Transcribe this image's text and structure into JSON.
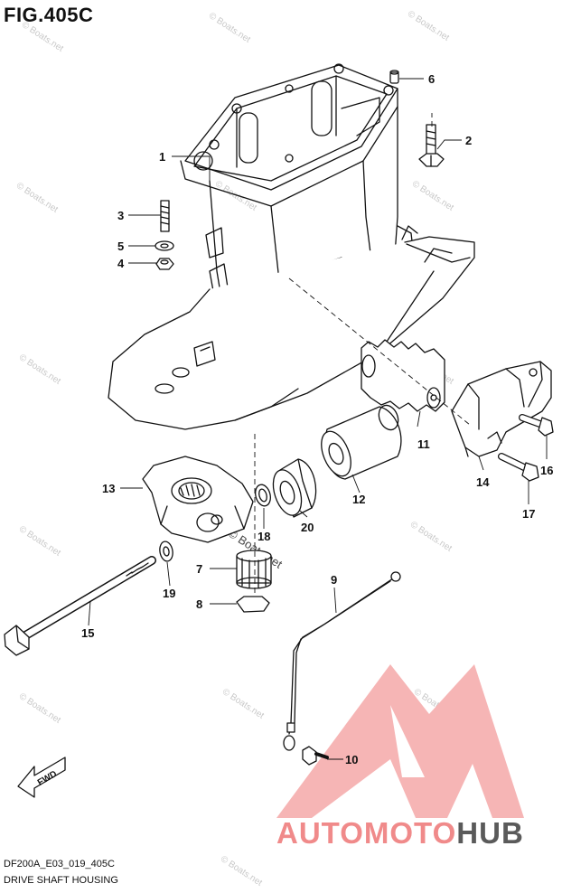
{
  "figure": {
    "title": "FIG.405C",
    "code": "DF200A_E03_019_405C",
    "name": "DRIVE SHAFT HOUSING"
  },
  "watermark": {
    "text": "© Boats.net"
  },
  "logo": {
    "text_accent": "AUTOMOTO",
    "text_dark": "HUB",
    "accent_color": "#f08a8a",
    "dark_color": "#5a5a5a"
  },
  "fwd_badge": {
    "label": "FWD"
  },
  "callouts": [
    {
      "id": "1",
      "label": "1"
    },
    {
      "id": "2",
      "label": "2"
    },
    {
      "id": "3",
      "label": "3"
    },
    {
      "id": "4",
      "label": "4"
    },
    {
      "id": "5",
      "label": "5"
    },
    {
      "id": "6",
      "label": "6"
    },
    {
      "id": "7",
      "label": "7"
    },
    {
      "id": "8",
      "label": "8"
    },
    {
      "id": "9",
      "label": "9"
    },
    {
      "id": "10",
      "label": "10"
    },
    {
      "id": "11",
      "label": "11"
    },
    {
      "id": "12",
      "label": "12"
    },
    {
      "id": "13",
      "label": "13"
    },
    {
      "id": "14",
      "label": "14"
    },
    {
      "id": "15",
      "label": "15"
    },
    {
      "id": "16",
      "label": "16"
    },
    {
      "id": "17",
      "label": "17"
    },
    {
      "id": "18",
      "label": "18"
    },
    {
      "id": "19",
      "label": "19"
    },
    {
      "id": "20",
      "label": "20"
    }
  ]
}
